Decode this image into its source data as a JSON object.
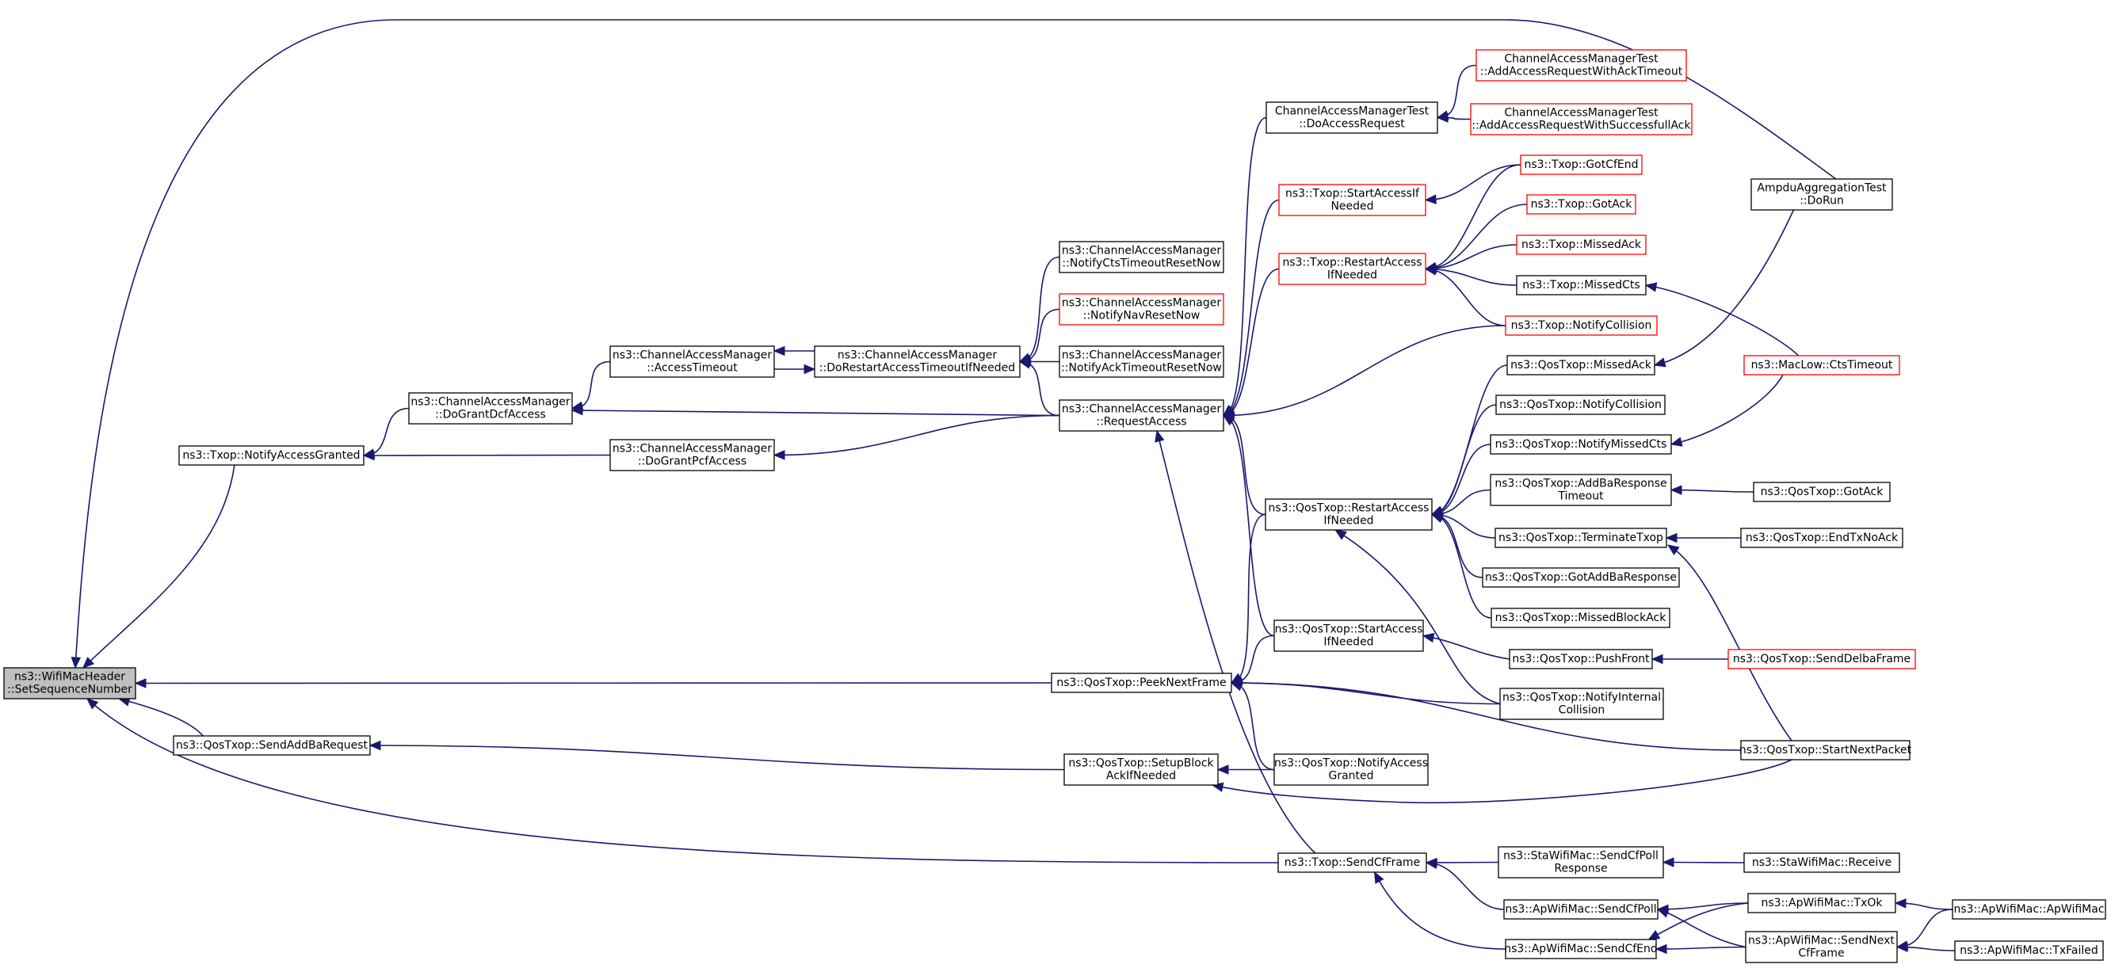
{
  "colors": {
    "edge": "#191970",
    "node_border": "#000000",
    "node_border_highlight": "#ff0000",
    "root_fill": "#bfbfbf"
  },
  "nodes": {
    "wifi_set_sequence_number": [
      "ns3::WifiMacHeader",
      "::SetSequenceNumber"
    ],
    "txop_notify_access_granted": [
      "ns3::Txop::NotifyAccessGranted"
    ],
    "qos_send_addba_request": [
      "ns3::QosTxop::SendAddBaRequest"
    ],
    "cam_do_grant_dcf_access": [
      "ns3::ChannelAccessManager",
      "::DoGrantDcfAccess"
    ],
    "cam_access_timeout": [
      "ns3::ChannelAccessManager",
      "::AccessTimeout"
    ],
    "cam_do_grant_pcf_access": [
      "ns3::ChannelAccessManager",
      "::DoGrantPcfAccess"
    ],
    "cam_do_restart_access_timeout": [
      "ns3::ChannelAccessManager",
      "::DoRestartAccessTimeoutIfNeeded"
    ],
    "cam_notify_cts_timeout": [
      "ns3::ChannelAccessManager",
      "::NotifyCtsTimeoutResetNow"
    ],
    "cam_notify_nav_reset": [
      "ns3::ChannelAccessManager",
      "::NotifyNavResetNow"
    ],
    "cam_notify_ack_timeout": [
      "ns3::ChannelAccessManager",
      "::NotifyAckTimeoutResetNow"
    ],
    "cam_request_access": [
      "ns3::ChannelAccessManager",
      "::RequestAccess"
    ],
    "qos_peek_next_frame": [
      "ns3::QosTxop::PeekNextFrame"
    ],
    "qos_setup_block_ack": [
      "ns3::QosTxop::SetupBlock",
      "AckIfNeeded"
    ],
    "txop_send_cf_frame": [
      "ns3::Txop::SendCfFrame"
    ],
    "camt_do_access_request": [
      "ChannelAccessManagerTest",
      "::DoAccessRequest"
    ],
    "txop_start_access_if_needed": [
      "ns3::Txop::StartAccessIf",
      "Needed"
    ],
    "txop_restart_access_if_needed": [
      "ns3::Txop::RestartAccess",
      "IfNeeded"
    ],
    "qos_restart_access_if_needed": [
      "ns3::QosTxop::RestartAccess",
      "IfNeeded"
    ],
    "qos_start_access_if_needed": [
      "ns3::QosTxop::StartAccess",
      "IfNeeded"
    ],
    "qos_notify_access_granted": [
      "ns3::QosTxop::NotifyAccess",
      "Granted"
    ],
    "camt_add_access_ack_timeout": [
      "ChannelAccessManagerTest",
      "::AddAccessRequestWithAckTimeout"
    ],
    "camt_add_access_successful_ack": [
      "ChannelAccessManagerTest",
      "::AddAccessRequestWithSuccessfullAck"
    ],
    "txop_got_cf_end": [
      "ns3::Txop::GotCfEnd"
    ],
    "txop_got_ack": [
      "ns3::Txop::GotAck"
    ],
    "txop_missed_ack": [
      "ns3::Txop::MissedAck"
    ],
    "txop_missed_cts": [
      "ns3::Txop::MissedCts"
    ],
    "txop_notify_collision": [
      "ns3::Txop::NotifyCollision"
    ],
    "qos_missed_ack": [
      "ns3::QosTxop::MissedAck"
    ],
    "qos_notify_collision": [
      "ns3::QosTxop::NotifyCollision"
    ],
    "qos_notify_missed_cts": [
      "ns3::QosTxop::NotifyMissedCts"
    ],
    "qos_addba_response_timeout": [
      "ns3::QosTxop::AddBaResponse",
      "Timeout"
    ],
    "qos_terminate_txop": [
      "ns3::QosTxop::TerminateTxop"
    ],
    "qos_got_add_ba_response": [
      "ns3::QosTxop::GotAddBaResponse"
    ],
    "qos_missed_block_ack": [
      "ns3::QosTxop::MissedBlockAck"
    ],
    "qos_push_front": [
      "ns3::QosTxop::PushFront"
    ],
    "qos_notify_internal_collision": [
      "ns3::QosTxop::NotifyInternal",
      "Collision"
    ],
    "sta_send_cf_poll_response": [
      "ns3::StaWifiMac::SendCfPoll",
      "Response"
    ],
    "ap_send_cf_poll": [
      "ns3::ApWifiMac::SendCfPoll"
    ],
    "ap_send_cf_end": [
      "ns3::ApWifiMac::SendCfEnd"
    ],
    "ampdu_aggregation_test_do_run": [
      "AmpduAggregationTest",
      "::DoRun"
    ],
    "maclow_cts_timeout": [
      "ns3::MacLow::CtsTimeout"
    ],
    "qos_got_ack": [
      "ns3::QosTxop::GotAck"
    ],
    "qos_end_tx_no_ack": [
      "ns3::QosTxop::EndTxNoAck"
    ],
    "qos_send_delba_frame": [
      "ns3::QosTxop::SendDelbaFrame"
    ],
    "qos_start_next_packet": [
      "ns3::QosTxop::StartNextPacket"
    ],
    "sta_receive": [
      "ns3::StaWifiMac::Receive"
    ],
    "ap_tx_ok": [
      "ns3::ApWifiMac::TxOk"
    ],
    "ap_send_next_cf_frame": [
      "ns3::ApWifiMac::SendNext",
      "CfFrame"
    ],
    "ap_wifi_mac": [
      "ns3::ApWifiMac::ApWifiMac"
    ],
    "ap_tx_failed": [
      "ns3::ApWifiMac::TxFailed"
    ]
  },
  "edges": [
    [
      "txop_notify_access_granted",
      "wifi_set_sequence_number"
    ],
    [
      "qos_send_addba_request",
      "wifi_set_sequence_number"
    ],
    [
      "qos_peek_next_frame",
      "wifi_set_sequence_number"
    ],
    [
      "txop_send_cf_frame",
      "wifi_set_sequence_number"
    ],
    [
      "ampdu_aggregation_test_do_run",
      "wifi_set_sequence_number"
    ],
    [
      "cam_do_grant_dcf_access",
      "txop_notify_access_granted"
    ],
    [
      "cam_do_grant_pcf_access",
      "txop_notify_access_granted"
    ],
    [
      "qos_setup_block_ack",
      "qos_send_addba_request"
    ],
    [
      "cam_access_timeout",
      "cam_do_grant_dcf_access"
    ],
    [
      "cam_request_access",
      "cam_do_grant_dcf_access"
    ],
    [
      "cam_request_access",
      "cam_do_grant_pcf_access"
    ],
    [
      "cam_do_restart_access_timeout",
      "cam_access_timeout"
    ],
    [
      "cam_access_timeout",
      "cam_do_restart_access_timeout"
    ],
    [
      "cam_notify_cts_timeout",
      "cam_do_restart_access_timeout"
    ],
    [
      "cam_notify_nav_reset",
      "cam_do_restart_access_timeout"
    ],
    [
      "cam_notify_ack_timeout",
      "cam_do_restart_access_timeout"
    ],
    [
      "cam_request_access",
      "cam_do_restart_access_timeout"
    ],
    [
      "camt_do_access_request",
      "cam_request_access"
    ],
    [
      "txop_start_access_if_needed",
      "cam_request_access"
    ],
    [
      "txop_restart_access_if_needed",
      "cam_request_access"
    ],
    [
      "txop_notify_collision",
      "cam_request_access"
    ],
    [
      "qos_restart_access_if_needed",
      "cam_request_access"
    ],
    [
      "qos_start_access_if_needed",
      "cam_request_access"
    ],
    [
      "txop_send_cf_frame",
      "cam_request_access"
    ],
    [
      "qos_restart_access_if_needed",
      "qos_peek_next_frame"
    ],
    [
      "qos_start_access_if_needed",
      "qos_peek_next_frame"
    ],
    [
      "qos_notify_access_granted",
      "qos_peek_next_frame"
    ],
    [
      "qos_notify_internal_collision",
      "qos_peek_next_frame"
    ],
    [
      "qos_start_next_packet",
      "qos_peek_next_frame"
    ],
    [
      "qos_notify_access_granted",
      "qos_setup_block_ack"
    ],
    [
      "qos_start_next_packet",
      "qos_setup_block_ack"
    ],
    [
      "sta_send_cf_poll_response",
      "txop_send_cf_frame"
    ],
    [
      "ap_send_cf_poll",
      "txop_send_cf_frame"
    ],
    [
      "ap_send_cf_end",
      "txop_send_cf_frame"
    ],
    [
      "camt_add_access_ack_timeout",
      "camt_do_access_request"
    ],
    [
      "camt_add_access_successful_ack",
      "camt_do_access_request"
    ],
    [
      "txop_got_cf_end",
      "txop_start_access_if_needed"
    ],
    [
      "txop_got_cf_end",
      "txop_restart_access_if_needed"
    ],
    [
      "txop_got_ack",
      "txop_restart_access_if_needed"
    ],
    [
      "txop_missed_ack",
      "txop_restart_access_if_needed"
    ],
    [
      "txop_missed_cts",
      "txop_restart_access_if_needed"
    ],
    [
      "txop_notify_collision",
      "txop_restart_access_if_needed"
    ],
    [
      "maclow_cts_timeout",
      "txop_missed_cts"
    ],
    [
      "qos_missed_ack",
      "qos_restart_access_if_needed"
    ],
    [
      "qos_notify_collision",
      "qos_restart_access_if_needed"
    ],
    [
      "qos_notify_missed_cts",
      "qos_restart_access_if_needed"
    ],
    [
      "qos_addba_response_timeout",
      "qos_restart_access_if_needed"
    ],
    [
      "qos_terminate_txop",
      "qos_restart_access_if_needed"
    ],
    [
      "qos_got_add_ba_response",
      "qos_restart_access_if_needed"
    ],
    [
      "qos_missed_block_ack",
      "qos_restart_access_if_needed"
    ],
    [
      "qos_notify_internal_collision",
      "qos_restart_access_if_needed"
    ],
    [
      "ampdu_aggregation_test_do_run",
      "qos_missed_ack"
    ],
    [
      "maclow_cts_timeout",
      "qos_notify_missed_cts"
    ],
    [
      "qos_got_ack",
      "qos_addba_response_timeout"
    ],
    [
      "qos_end_tx_no_ack",
      "qos_terminate_txop"
    ],
    [
      "qos_start_next_packet",
      "qos_terminate_txop"
    ],
    [
      "qos_push_front",
      "qos_start_access_if_needed"
    ],
    [
      "qos_send_delba_frame",
      "qos_push_front"
    ],
    [
      "sta_receive",
      "sta_send_cf_poll_response"
    ],
    [
      "ap_tx_ok",
      "ap_send_cf_poll"
    ],
    [
      "ap_send_next_cf_frame",
      "ap_send_cf_poll"
    ],
    [
      "ap_tx_ok",
      "ap_send_cf_end"
    ],
    [
      "ap_send_next_cf_frame",
      "ap_send_cf_end"
    ],
    [
      "ap_wifi_mac",
      "ap_tx_ok"
    ],
    [
      "ap_wifi_mac",
      "ap_send_next_cf_frame"
    ],
    [
      "ap_tx_failed",
      "ap_send_next_cf_frame"
    ]
  ]
}
